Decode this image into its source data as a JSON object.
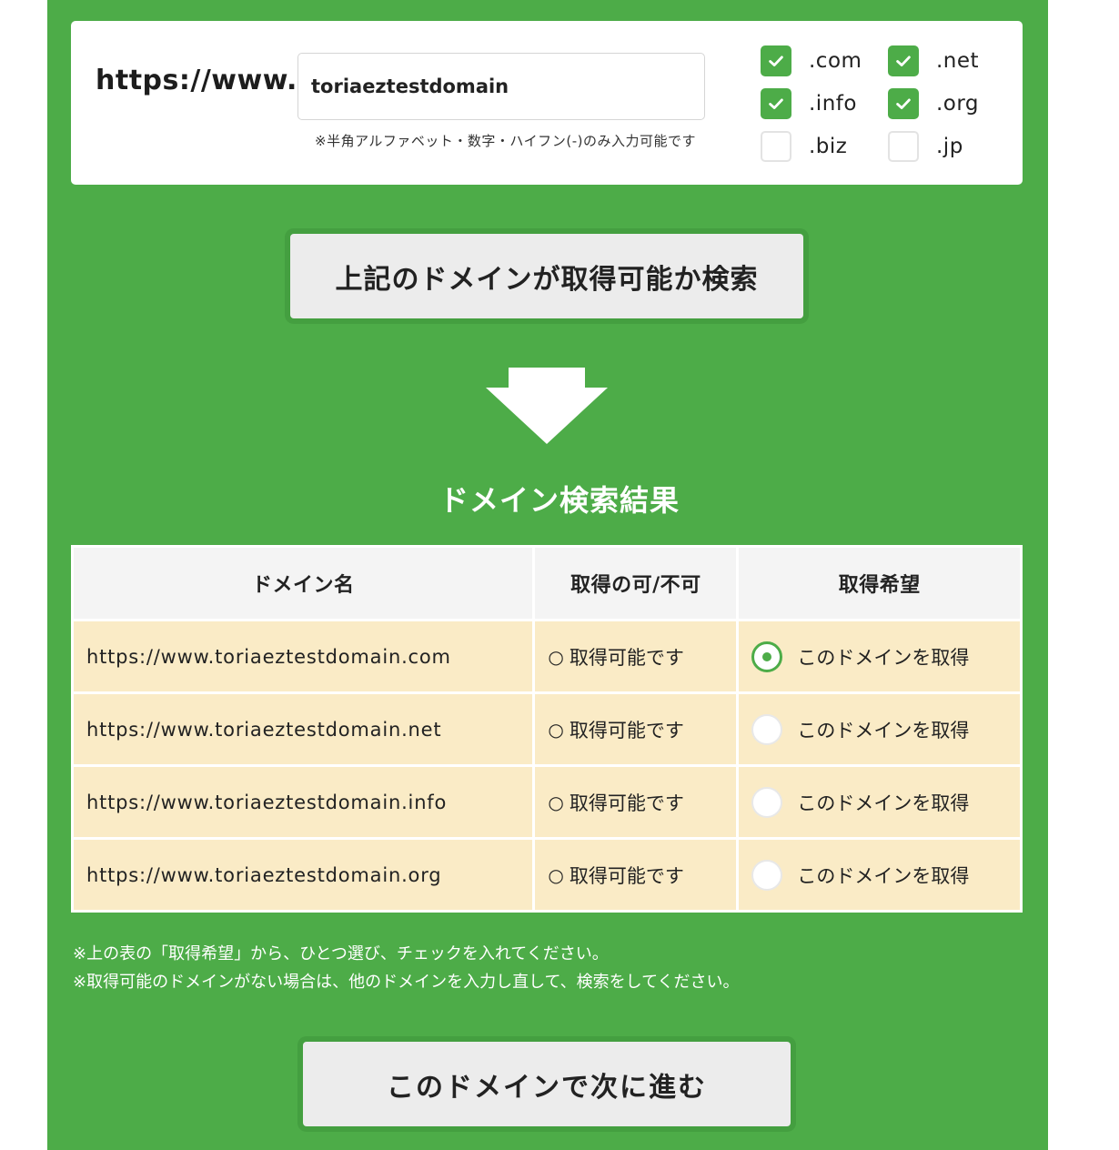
{
  "search": {
    "url_prefix": "https://www.",
    "domain_value": "toriaeztestdomain",
    "note": "※半角アルファベット・数字・ハイフン(-)のみ入力可能です",
    "tlds": [
      {
        "label": ".com",
        "checked": true
      },
      {
        "label": ".net",
        "checked": true
      },
      {
        "label": ".info",
        "checked": true
      },
      {
        "label": ".org",
        "checked": true
      },
      {
        "label": ".biz",
        "checked": false
      },
      {
        "label": ".jp",
        "checked": false
      }
    ],
    "button_label": "上記のドメインが取得可能か検索"
  },
  "results": {
    "title": "ドメイン検索結果",
    "headers": [
      "ドメイン名",
      "取得の可/不可",
      "取得希望"
    ],
    "rows": [
      {
        "domain": "https://www.toriaeztestdomain.com",
        "mark": "○",
        "availability": "取得可能です",
        "choice": "このドメインを取得",
        "selected": true
      },
      {
        "domain": "https://www.toriaeztestdomain.net",
        "mark": "○",
        "availability": "取得可能です",
        "choice": "このドメインを取得",
        "selected": false
      },
      {
        "domain": "https://www.toriaeztestdomain.info",
        "mark": "○",
        "availability": "取得可能です",
        "choice": "このドメインを取得",
        "selected": false
      },
      {
        "domain": "https://www.toriaeztestdomain.org",
        "mark": "○",
        "availability": "取得可能です",
        "choice": "このドメインを取得",
        "selected": false
      }
    ]
  },
  "notes": [
    "※上の表の「取得希望」から、ひとつ選び、チェックを入れてください。",
    "※取得可能のドメインがない場合は、他のドメインを入力し直して、検索をしてください。"
  ],
  "next_button_label": "このドメインで次に進む",
  "colors": {
    "brand_green": "#4dac48",
    "row_bg": "#faebc6",
    "header_bg": "#f4f4f4"
  }
}
